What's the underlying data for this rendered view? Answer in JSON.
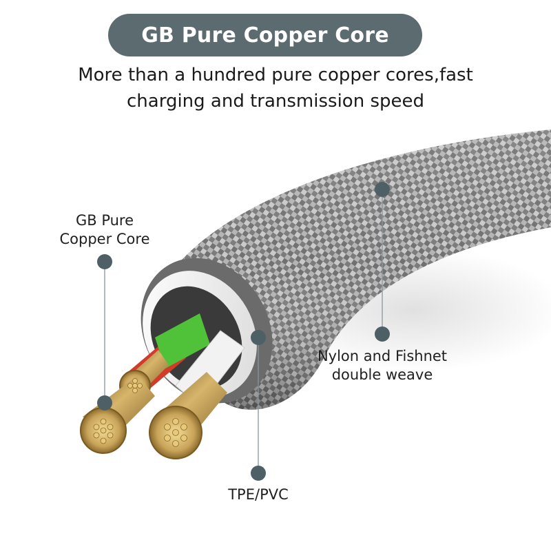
{
  "title": "GB Pure Copper Core",
  "subtitle": {
    "line1": "More than a hundred pure copper cores,fast",
    "line2": "charging and transmission speed"
  },
  "callouts": {
    "copper_core": {
      "line1": "GB Pure",
      "line2": "Copper Core"
    },
    "weave": {
      "line1": "Nylon and Fishnet",
      "line2": "double weave"
    },
    "insulation": {
      "line1": "TPE/PVC"
    }
  },
  "colors": {
    "pill": "#5c6b70",
    "callout_dot": "#4e5f66",
    "braid": "#9a9a9a",
    "copper": "#c9a45a",
    "red_wire": "#d23a2a",
    "green_wire": "#4fc23a"
  },
  "icons": [
    "callout-dot",
    "callout-dot",
    "callout-dot",
    "callout-dot"
  ]
}
